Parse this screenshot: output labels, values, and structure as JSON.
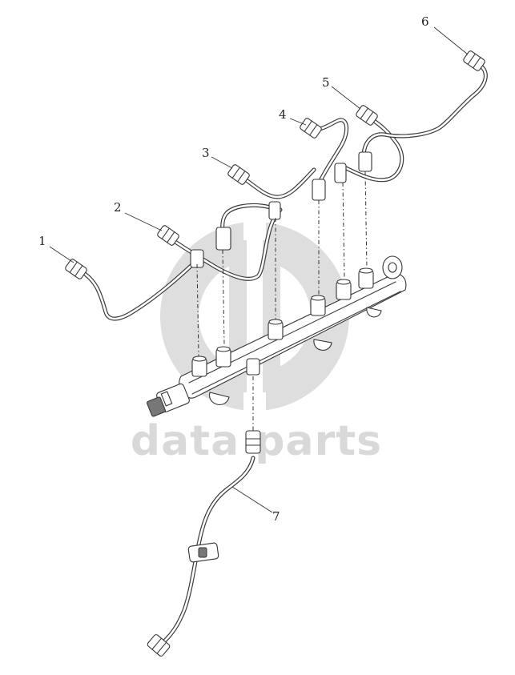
{
  "callouts": [
    {
      "id": "1",
      "label": "1"
    },
    {
      "id": "2",
      "label": "2"
    },
    {
      "id": "3",
      "label": "3"
    },
    {
      "id": "4",
      "label": "4"
    },
    {
      "id": "5",
      "label": "5"
    },
    {
      "id": "6",
      "label": "6"
    },
    {
      "id": "7",
      "label": "7"
    }
  ],
  "watermark": {
    "text": "data parts",
    "color": "#d9d9d9"
  },
  "colors": {
    "line": "#333333",
    "background": "#ffffff"
  }
}
